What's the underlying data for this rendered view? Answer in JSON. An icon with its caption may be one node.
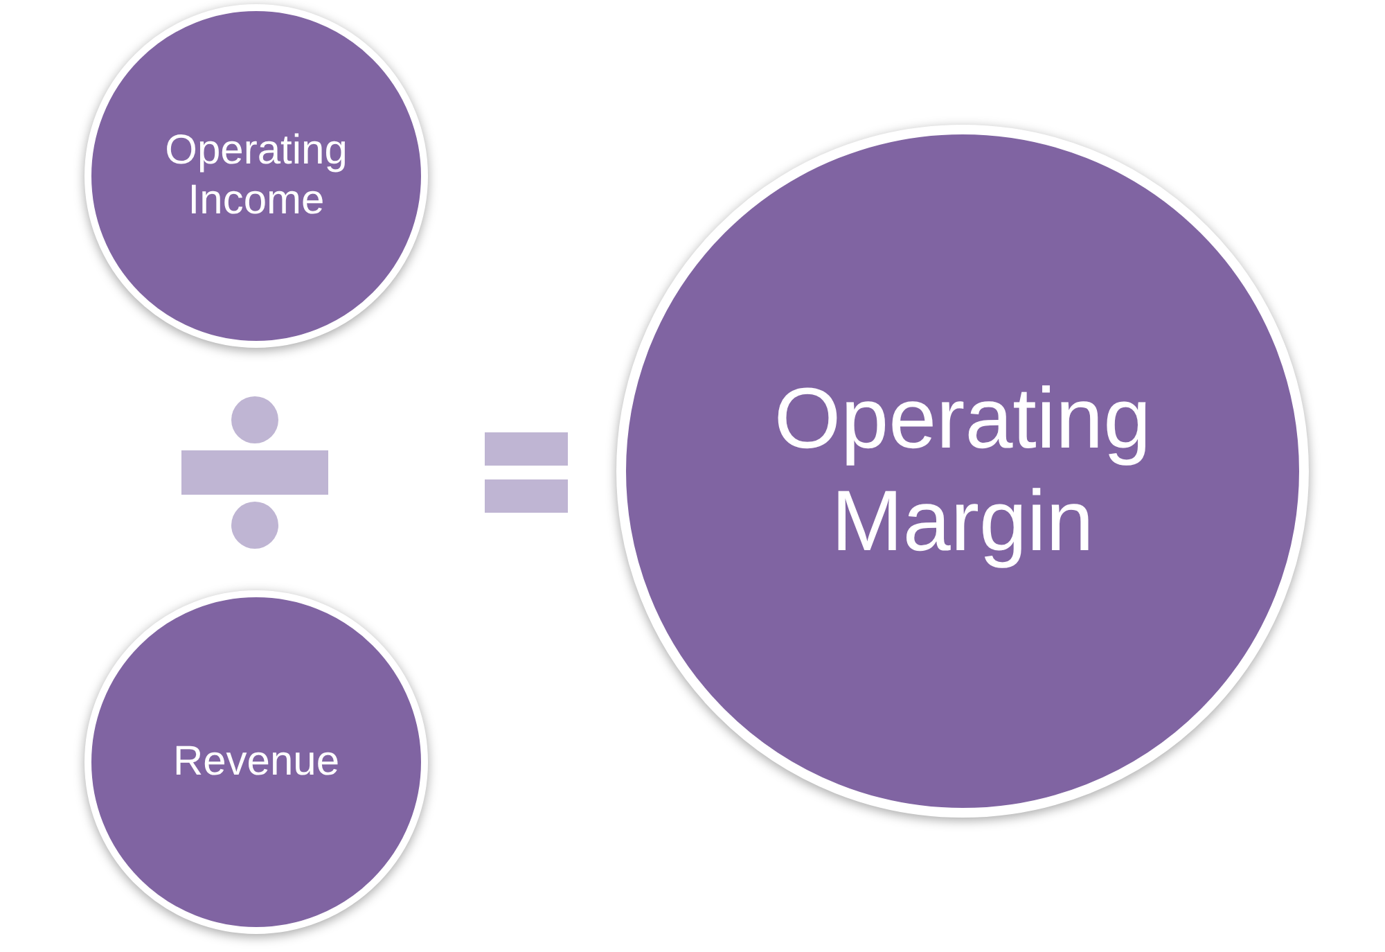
{
  "diagram": {
    "nodes": [
      {
        "text": [
          "Operating Income"
        ]
      },
      {
        "text": [
          "Revenue"
        ]
      },
      {
        "text": [
          "Operating Margin"
        ]
      }
    ]
  }
}
